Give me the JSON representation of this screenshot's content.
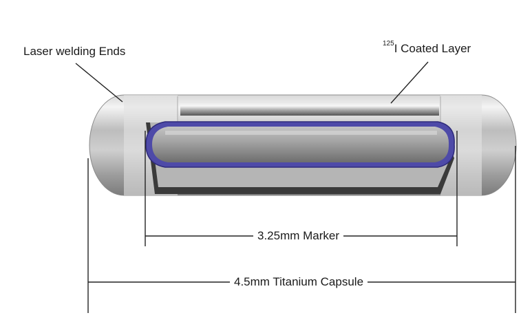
{
  "labels": {
    "laser_welding": "Laser welding Ends",
    "isotope_superscript": "125",
    "coated_layer": "I Coated Layer",
    "marker_dimension": "3.25mm Marker",
    "capsule_dimension": "4.5mm Titanium Capsule"
  },
  "colors": {
    "titanium": "#c9c9c9",
    "coating": "#4e4aa8",
    "marker": "#9a9a9a",
    "leader_line": "#222222"
  }
}
